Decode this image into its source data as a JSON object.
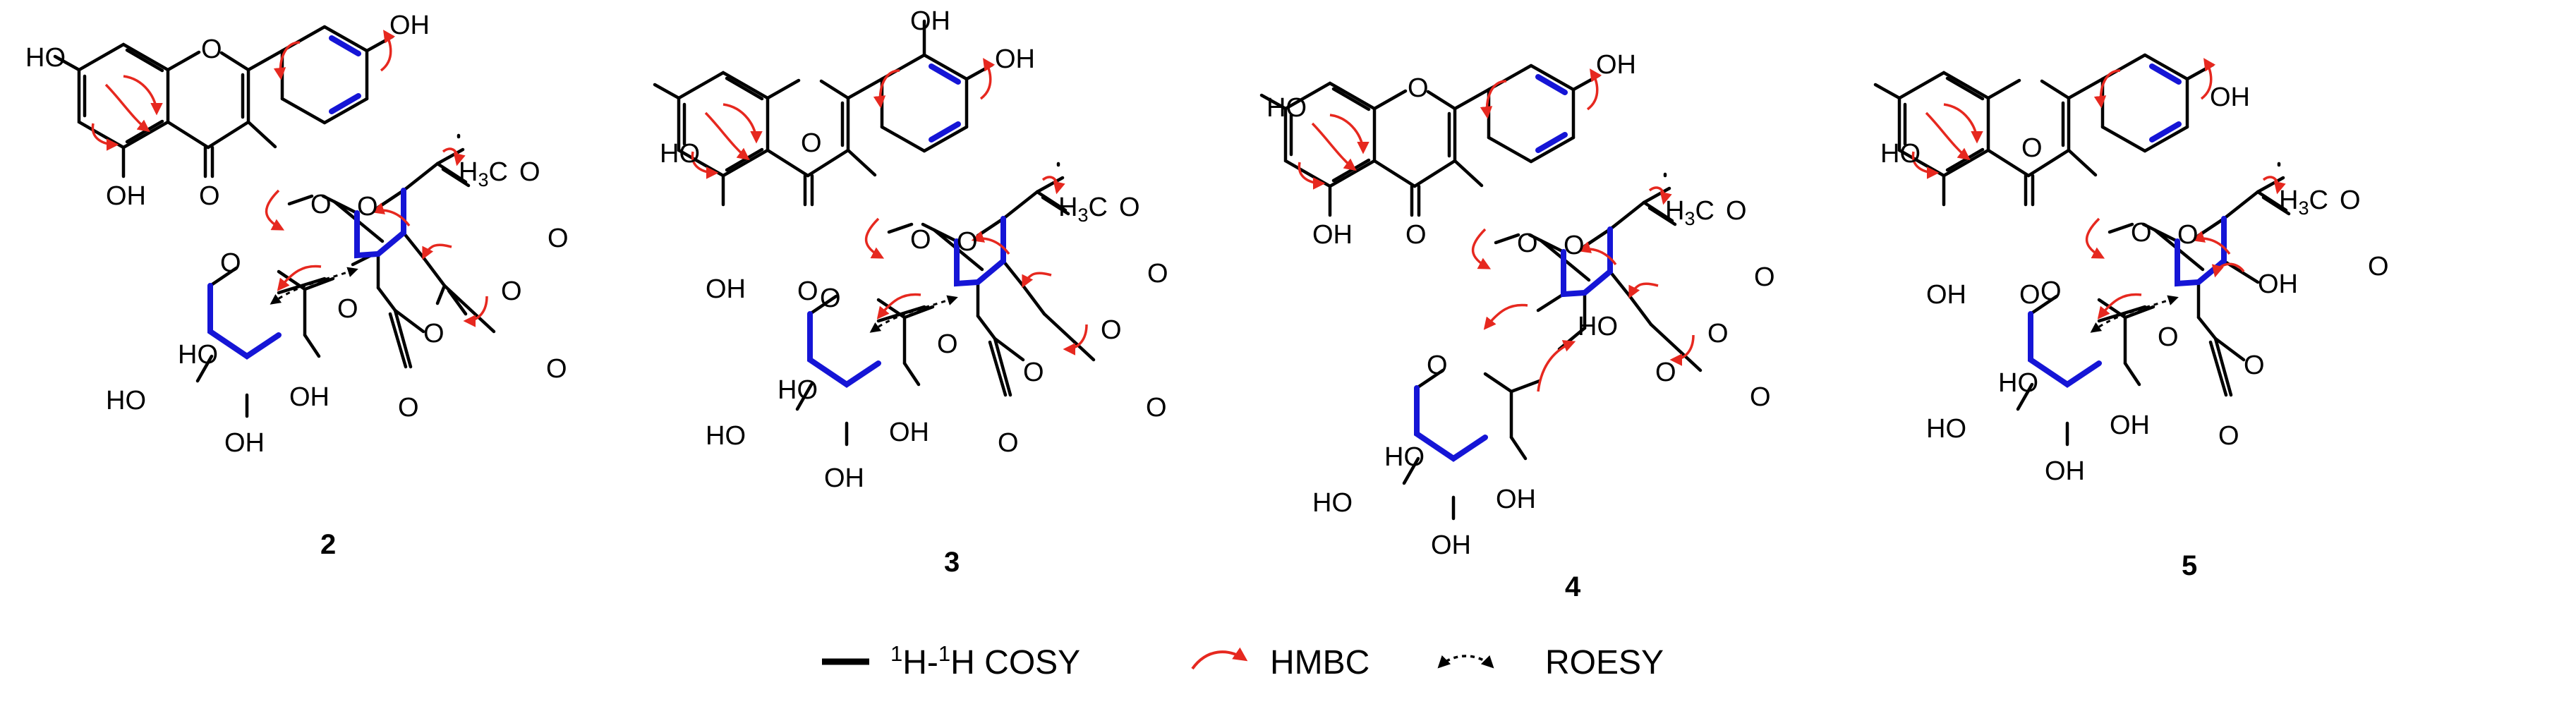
{
  "compounds": [
    {
      "number": "2",
      "atoms": {
        "oh_a": "HO",
        "oh_b": "OH",
        "oh_c": "OH",
        "ring_o": "O",
        "ketone_o": "O",
        "link_o": "O",
        "glc_o": "O",
        "ester_o": "O",
        "ester_h3c": "H3C",
        "ester_co": "O",
        "o2": "O",
        "o3": "O",
        "co2": "O",
        "co3": "O",
        "rha_o": "O",
        "rha_link": "O",
        "rha_ho1": "HO",
        "rha_ho2": "HO",
        "rha_oh1": "OH",
        "rha_oh2": "OH"
      }
    },
    {
      "number": "3",
      "atoms": {
        "oh_a": "HO",
        "oh_b": "OH",
        "oh_c": "OH",
        "oh_d": "OH",
        "ring_o": "O",
        "ketone_o": "O",
        "link_o": "O",
        "glc_o": "O",
        "ester_o": "O",
        "ester_h3c": "H3C",
        "ester_co": "O",
        "o2": "O",
        "o3": "O",
        "co2": "O",
        "co3": "O",
        "rha_o": "O",
        "rha_link": "O",
        "rha_ho1": "HO",
        "rha_ho2": "HO",
        "rha_oh1": "OH",
        "rha_oh2": "OH"
      }
    },
    {
      "number": "4",
      "atoms": {
        "oh_a": "HO",
        "oh_b": "OH",
        "oh_c": "OH",
        "ring_o": "O",
        "ketone_o": "O",
        "link_o": "O",
        "glc_o": "O",
        "ester_o": "O",
        "ester_h3c": "H3C",
        "ester_co": "O",
        "glc_ho": "HO",
        "o3": "O",
        "o4": "O",
        "co3": "O",
        "rha_o": "O",
        "rha_ho1": "HO",
        "rha_ho2": "HO",
        "rha_oh1": "OH",
        "rha_oh2": "OH"
      }
    },
    {
      "number": "5",
      "atoms": {
        "oh_a": "HO",
        "oh_b": "OH",
        "oh_c": "OH",
        "ring_o": "O",
        "ketone_o": "O",
        "link_o": "O",
        "glc_o": "O",
        "ester_o": "O",
        "ester_h3c": "H3C",
        "ester_co": "O",
        "glc_oh": "OH",
        "o3": "O",
        "co3": "O",
        "rha_o": "O",
        "rha_link": "O",
        "rha_ho1": "HO",
        "rha_ho2": "HO",
        "rha_oh1": "OH",
        "rha_oh2": "OH"
      }
    }
  ],
  "legend": {
    "cosy_sup1": "1",
    "cosy_h1": "H-",
    "cosy_sup2": "1",
    "cosy_h2": "H COSY",
    "hmbc": "HMBC",
    "roesy": "ROESY"
  },
  "colors": {
    "bond": "#000000",
    "cosy": "#1515d6",
    "hmbc": "#e6281f",
    "roesy": "#000000"
  }
}
